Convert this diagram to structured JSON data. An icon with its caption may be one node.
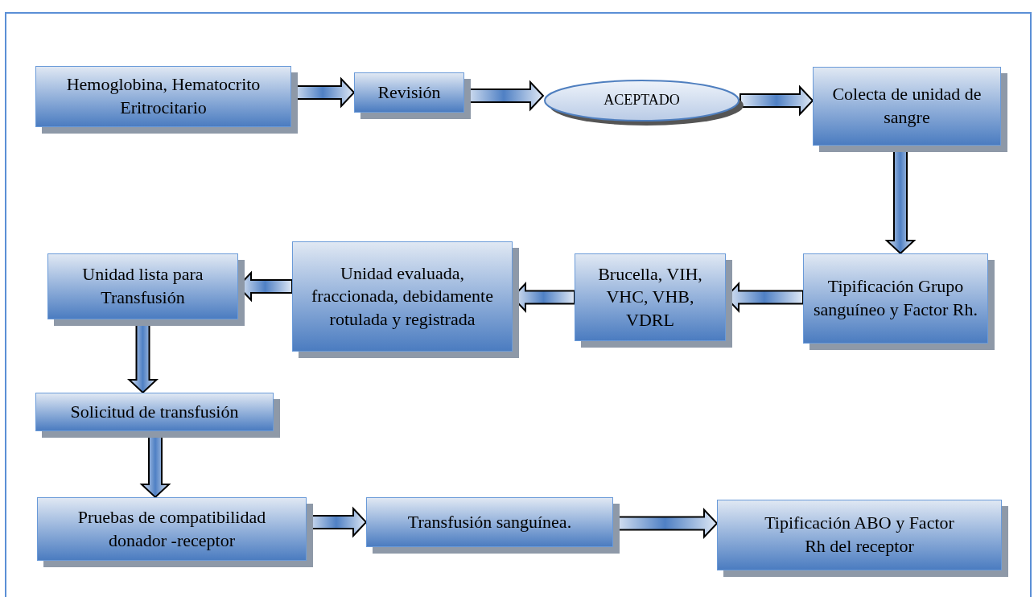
{
  "diagram": {
    "nodes": [
      {
        "text": [
          "Hemoglobina, Hematocrito Eritrocitario"
        ]
      },
      {
        "text": [
          "Revisión"
        ]
      },
      {
        "text": [
          "ACEPTADO"
        ]
      },
      {
        "text": [
          "Colecta  de unidad de sangre"
        ]
      },
      {
        "text": [
          "Tipificación Grupo sanguíneo y Factor Rh."
        ]
      },
      {
        "text": [
          "Brucella, VIH, VHC, VHB, VDRL"
        ]
      },
      {
        "text": [
          "Unidad evaluada, fraccionada, debidamente rotulada y registrada"
        ]
      },
      {
        "text": [
          "Unidad lista para Transfusión"
        ]
      },
      {
        "text": [
          "Solicitud de transfusión"
        ]
      },
      {
        "text": [
          "Pruebas de compatibilidad donador -receptor"
        ]
      },
      {
        "text": [
          "Transfusión sanguínea."
        ]
      },
      {
        "text": [
          "Tipificación ABO y Factor Rh del receptor"
        ]
      }
    ],
    "edges": [
      {
        "from": 0,
        "to": 1,
        "arrow": "to"
      },
      {
        "from": 1,
        "to": 2,
        "arrow": "to"
      },
      {
        "from": 2,
        "to": 3,
        "arrow": "to"
      },
      {
        "from": 3,
        "to": 4,
        "arrow": "to"
      },
      {
        "from": 4,
        "to": 5,
        "arrow": "to"
      },
      {
        "from": 5,
        "to": 6,
        "arrow": "to"
      },
      {
        "from": 6,
        "to": 7,
        "arrow": "to"
      },
      {
        "from": 7,
        "to": 8,
        "arrow": "to"
      },
      {
        "from": 8,
        "to": 9,
        "arrow": "to"
      },
      {
        "from": 9,
        "to": 10,
        "arrow": "to"
      },
      {
        "from": 10,
        "to": 11,
        "arrow": "to"
      }
    ]
  }
}
